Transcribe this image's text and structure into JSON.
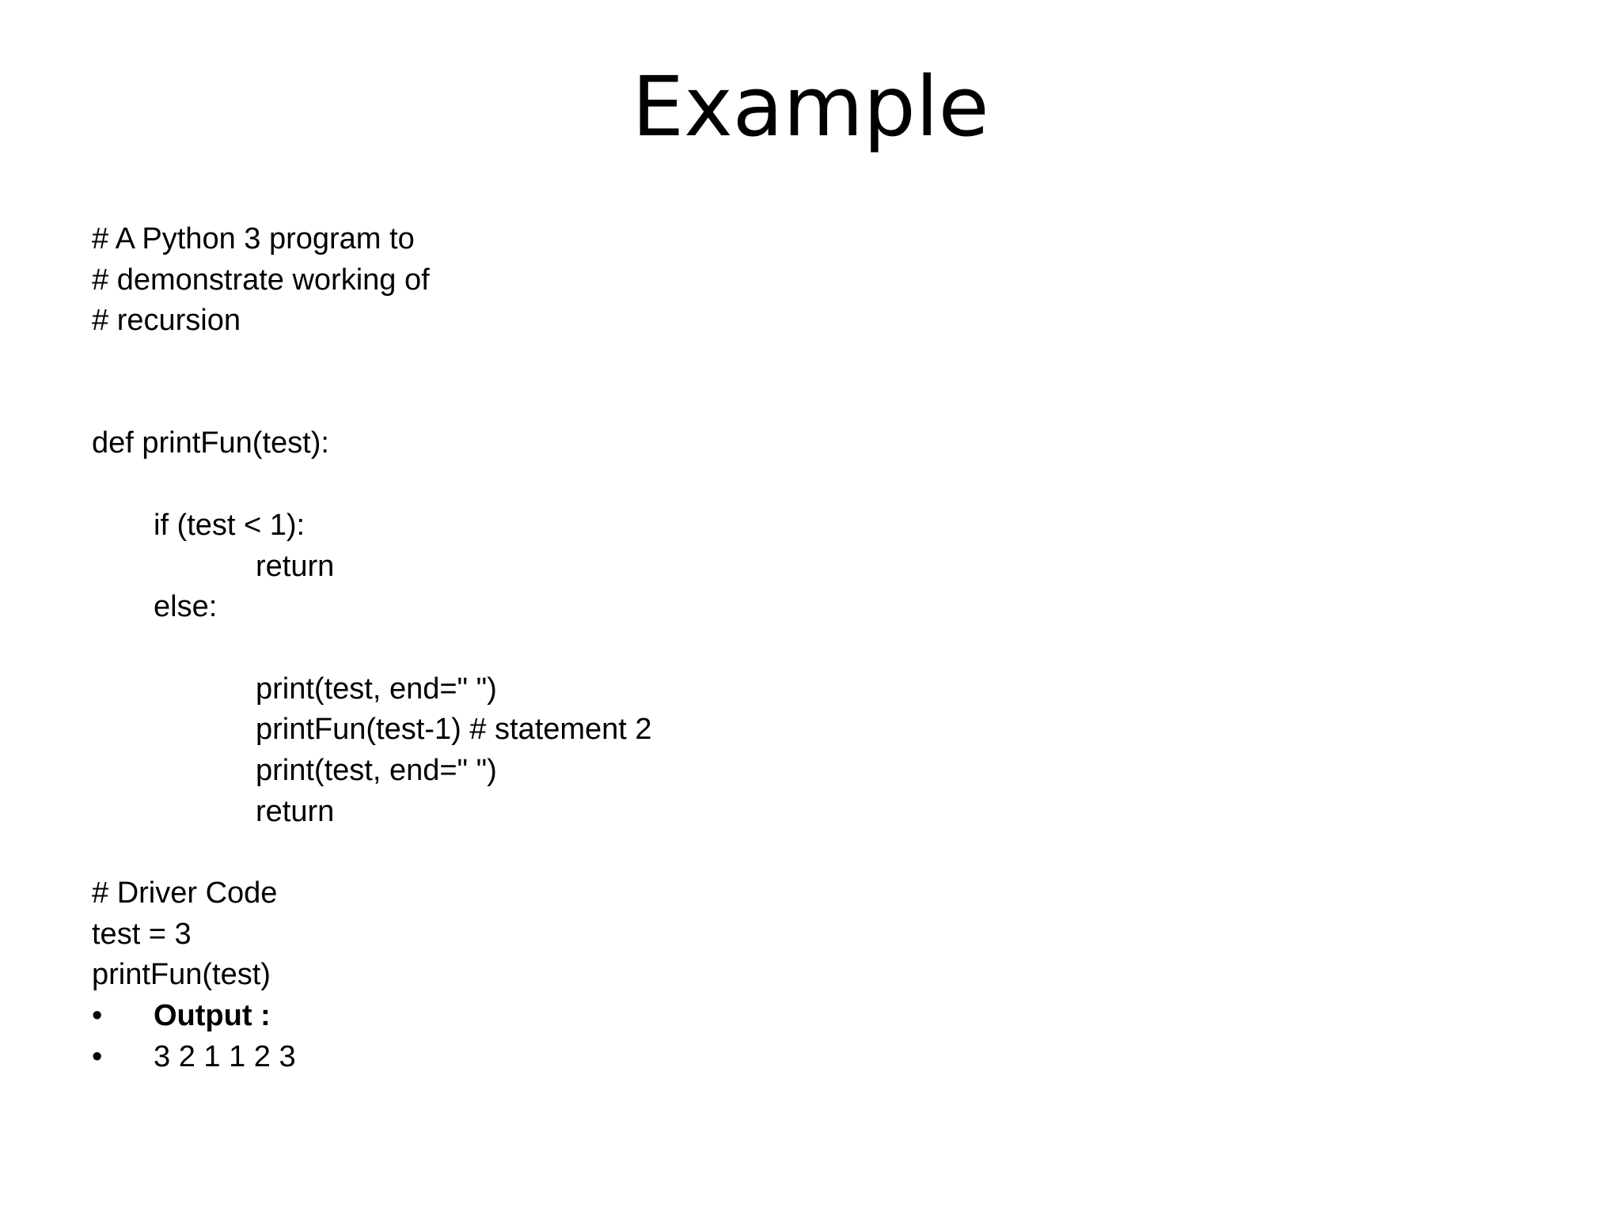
{
  "slide": {
    "title": "Example",
    "code": {
      "comment1": "# A Python 3 program to",
      "comment2": "# demonstrate working of",
      "comment3": "# recursion",
      "def_line": "def printFun(test):",
      "if_line": "if (test < 1):",
      "return1": "return",
      "else_line": "else:",
      "print1": "print(test, end=\" \")",
      "recursive_call": "printFun(test-1) # statement 2",
      "print2": "print(test, end=\" \")",
      "return2": "return",
      "driver_comment": "# Driver Code",
      "assign": "test = 3",
      "call": "printFun(test)"
    },
    "bullets": [
      {
        "marker": "•",
        "text": "Output :"
      },
      {
        "marker": "•",
        "text": "3 2 1 1 2 3"
      }
    ]
  }
}
